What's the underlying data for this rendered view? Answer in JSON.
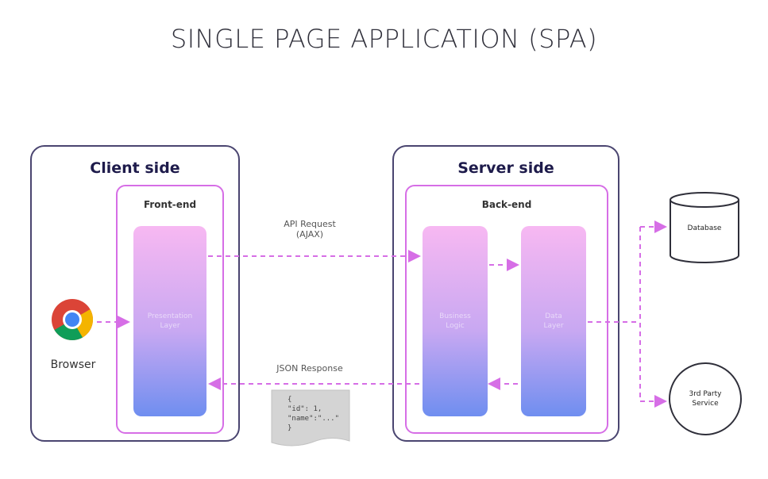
{
  "title": "SINGLE PAGE APPLICATION (SPA)",
  "client": {
    "title": "Client side",
    "frontend_title": "Front-end",
    "presentation_layer": "Presentation\nLayer",
    "browser_label": "Browser"
  },
  "server": {
    "title": "Server side",
    "backend_title": "Back-end",
    "business_layer": "Business\nLogic",
    "data_layer": "Data\nLayer"
  },
  "arrows": {
    "api_request": "API Request\n(AJAX)",
    "json_response": "JSON Response"
  },
  "json_snippet": [
    "{",
    "  \"id\": 1,",
    "  \"name\":\"...\"",
    "}"
  ],
  "external": {
    "database": "Database",
    "third_party": "3rd Party\nService"
  },
  "colors": {
    "panel_border": "#4a4570",
    "inner_border": "#d66ee6",
    "arrow": "#d66ee6"
  }
}
